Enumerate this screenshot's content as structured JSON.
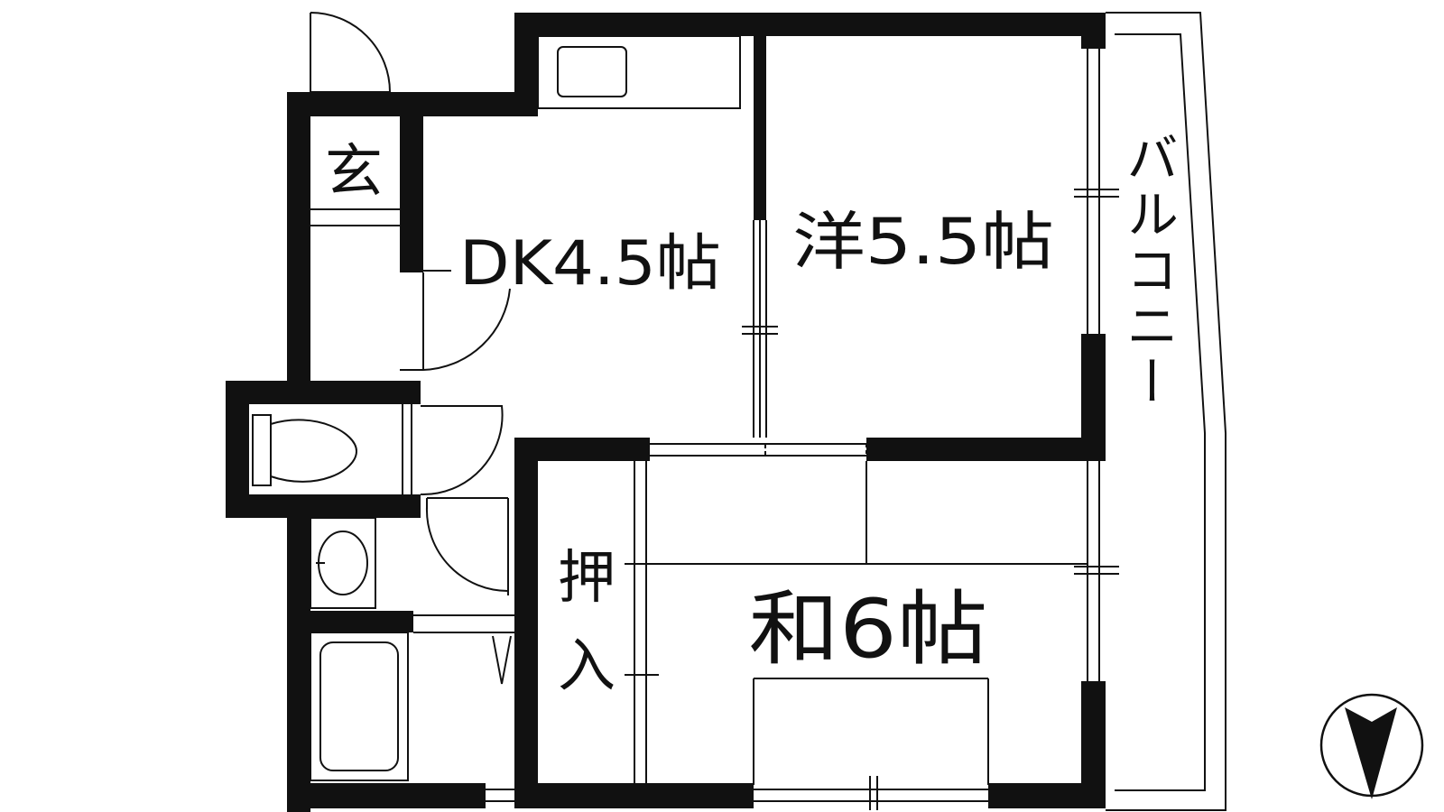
{
  "rooms": {
    "entrance": "玄",
    "dining_kitchen": "DK4.5帖",
    "western_room": "洋5.5帖",
    "japanese_room": "和6帖",
    "closet_top": "押",
    "closet_bottom": "入",
    "balcony": "バルコニー"
  },
  "compass": {
    "direction": "N"
  },
  "colors": {
    "wall": "#111111",
    "background": "#ffffff"
  }
}
